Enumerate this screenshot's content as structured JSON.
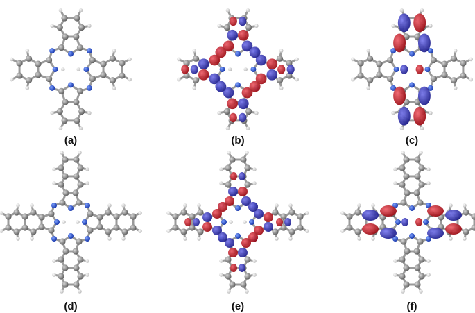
{
  "panels": [
    {
      "label": "(a)",
      "molecule": "phthalocyanine",
      "orbital": "none"
    },
    {
      "label": "(b)",
      "molecule": "phthalocyanine",
      "orbital": "lobes-on-meso-and-pyrrole"
    },
    {
      "label": "(c)",
      "molecule": "phthalocyanine",
      "orbital": "lobes-vertical-pairs"
    },
    {
      "label": "(d)",
      "molecule": "naphthalocyanine",
      "orbital": "none"
    },
    {
      "label": "(e)",
      "molecule": "naphthalocyanine",
      "orbital": "lobes-on-meso-and-pyrrole"
    },
    {
      "label": "(f)",
      "molecule": "naphthalocyanine",
      "orbital": "lobes-horizontal-pairs"
    }
  ],
  "colors": {
    "carbon": "#808080",
    "nitrogen": "#1f4fd6",
    "hydrogen": "#e6e6e6",
    "bond": "#9a9a9a",
    "lobe_positive": "#c8101a",
    "lobe_negative": "#3030b8",
    "label_text": "#111111"
  }
}
